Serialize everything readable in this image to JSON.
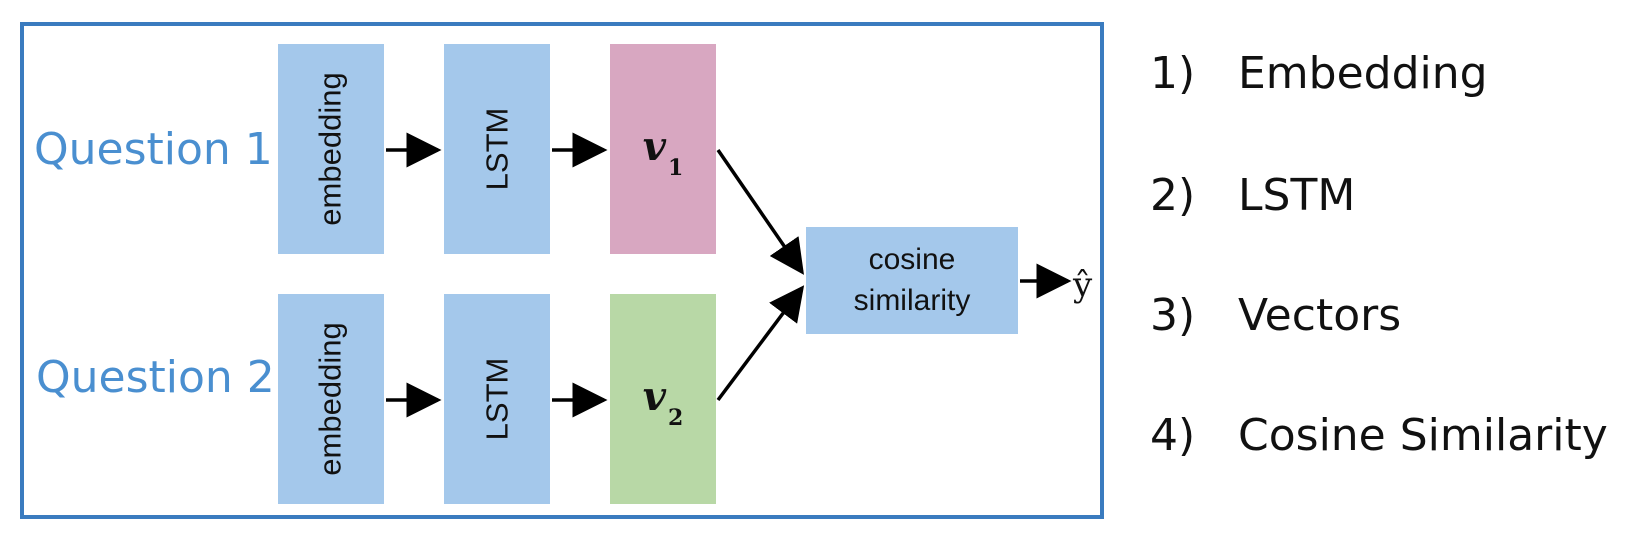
{
  "inputs": {
    "question1": "Question 1",
    "question2": "Question 2"
  },
  "blocks": {
    "embedding": "embedding",
    "lstm": "LSTM",
    "v1": {
      "symbol": "v",
      "subscript": "1"
    },
    "v2": {
      "symbol": "v",
      "subscript": "2"
    },
    "cosine_line1": "cosine",
    "cosine_line2": "similarity"
  },
  "output": "ŷ",
  "steps": [
    {
      "num": "1)",
      "label": "Embedding"
    },
    {
      "num": "2)",
      "label": "LSTM"
    },
    {
      "num": "3)",
      "label": "Vectors"
    },
    {
      "num": "4)",
      "label": "Cosine Similarity"
    }
  ],
  "colors": {
    "frame": "#3a7bbf",
    "question_text": "#4a8fd0",
    "block_blue": "#a4c8eb",
    "v1_pink": "#d8a7c1",
    "v2_green": "#b8d8a6"
  }
}
